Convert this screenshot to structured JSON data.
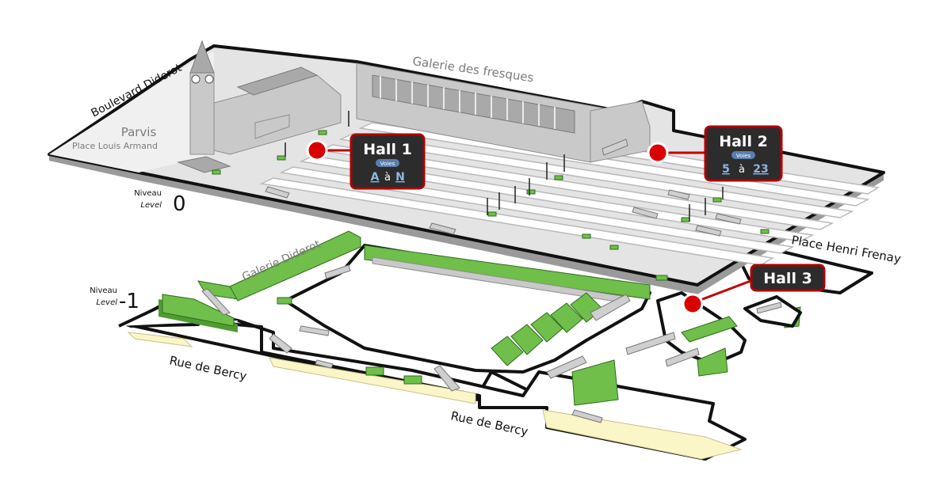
{
  "level0": {
    "niveau": "Niveau",
    "level": "Level",
    "number": "0"
  },
  "level_minus1": {
    "niveau": "Niveau",
    "level": "Level",
    "number": "-1"
  },
  "labels": {
    "boulevard_diderot": "Boulevard Diderot",
    "parvis": "Parvis",
    "place_louis_armand": "Place Louis Armand",
    "galerie_fresques": "Galerie des fresques",
    "galerie_diderot": "Galerie Diderot",
    "place_henri_frenay": "Place Henri Frenay",
    "rue_de_bercy_left": "Rue de Bercy",
    "rue_de_bercy_right": "Rue de Bercy"
  },
  "halls": [
    {
      "title": "Hall 1",
      "voies": "Voies",
      "from": "A",
      "sep": "à",
      "to": "N"
    },
    {
      "title": "Hall 2",
      "voies": "Voies",
      "from": "5",
      "sep": "à",
      "to": "23"
    },
    {
      "title": "Hall 3"
    }
  ],
  "colors": {
    "marker": "#d90000",
    "hall_box": "#2c2c2c",
    "hall_border": "#b00000",
    "green_area": "#6fbf4a",
    "cream_area": "#fbf6c8"
  }
}
